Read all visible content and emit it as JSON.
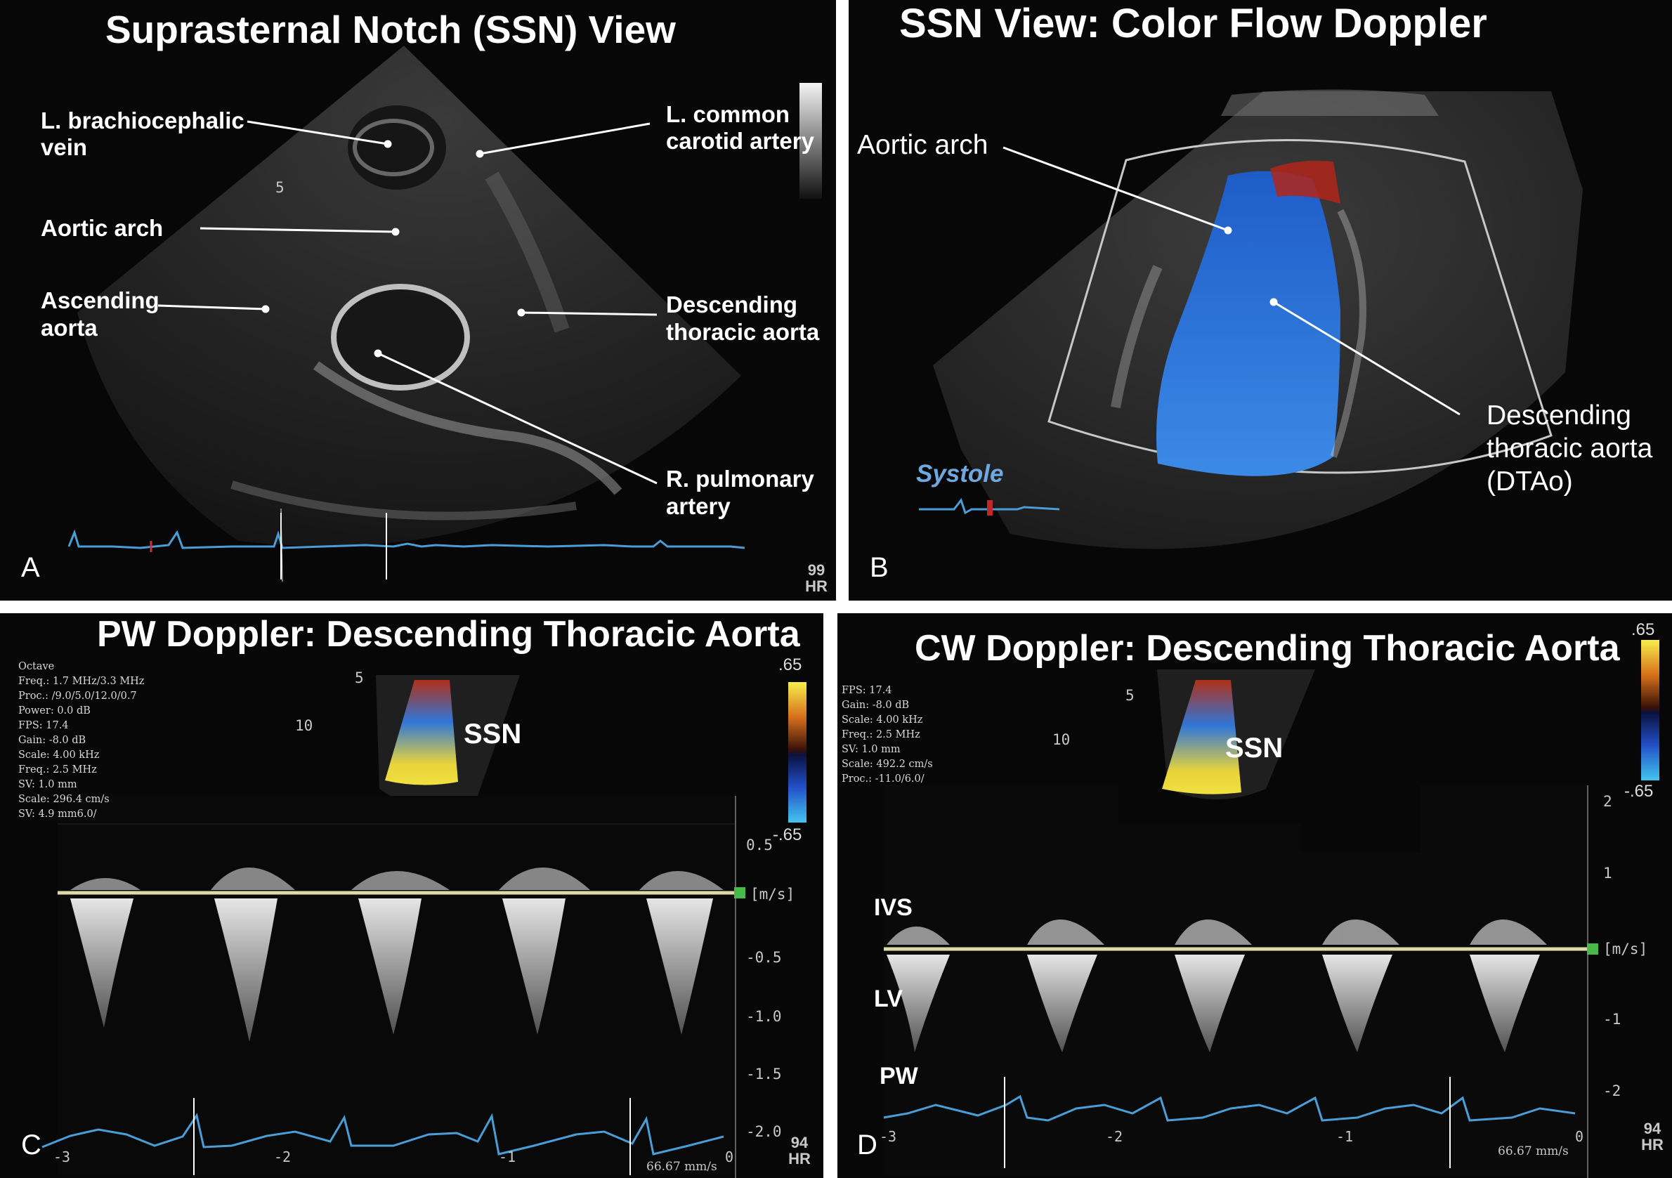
{
  "panelA": {
    "title": "Suprasternal Notch (SSN) View",
    "labels": {
      "brachiocephalic_1": "L. brachiocephalic",
      "brachiocephalic_2": "vein",
      "carotid_1": "L. common",
      "carotid_2": "carotid artery",
      "aortic_arch": "Aortic arch",
      "ascending_1": "Ascending",
      "ascending_2": "aorta",
      "descending_1": "Descending",
      "descending_2": "thoracic aorta",
      "pulmonary_1": "R. pulmonary",
      "pulmonary_2": "artery"
    },
    "letter": "A",
    "depth_mark": "5",
    "hr_value": "99",
    "hr_unit": "HR"
  },
  "panelB": {
    "title": "SSN View: Color Flow Doppler",
    "labels": {
      "aortic_arch": "Aortic arch",
      "dtao_1": "Descending",
      "dtao_2": "thoracic aorta",
      "dtao_3": "(DTAo)"
    },
    "systole": "Systole",
    "letter": "B"
  },
  "panelC": {
    "title": "PW Doppler: Descending Thoracic Aorta",
    "params": [
      "Octave",
      "Freq.: 1.7 MHz/3.3 MHz",
      "Proc.: /9.0/5.0/12.0/0.7",
      "Power: 0.0 dB",
      "FPS: 17.4",
      "Gain: -8.0 dB",
      "Scale: 4.00 kHz",
      "Freq.: 2.5 MHz",
      "SV: 1.0 mm",
      "Scale: 296.4 cm/s",
      "SV: 4.9 mm6.0/"
    ],
    "ssn": "SSN",
    "colorbar_top": ".65",
    "colorbar_bottom": "-.65",
    "depth_marks": [
      "5",
      "10"
    ],
    "y_ticks": [
      "0.5",
      "[m/s]",
      "-0.5",
      "-1.0",
      "-1.5",
      "-2.0"
    ],
    "x_ticks": [
      "-3",
      "-2",
      "-1",
      "0"
    ],
    "sweep": "66.67 mm/s",
    "hr_value": "94",
    "hr_unit": "HR",
    "letter": "C"
  },
  "panelD": {
    "title": "CW Doppler: Descending Thoracic Aorta",
    "params": [
      "FPS: 17.4",
      "Gain: -8.0 dB",
      "Scale: 4.00 kHz",
      "Freq.: 2.5 MHz",
      "SV: 1.0 mm",
      "Scale: 492.2 cm/s",
      "Proc.: -11.0/6.0/"
    ],
    "ssn": "SSN",
    "colorbar_top": ".65",
    "colorbar_bottom": "-.65",
    "depth_marks": [
      "5",
      "10"
    ],
    "y_ticks": [
      "2",
      "1",
      "[m/s]",
      "-1",
      "-2"
    ],
    "x_ticks": [
      "-3",
      "-2",
      "-1",
      "0"
    ],
    "annotations": {
      "ivs": "IVS",
      "lv": "LV",
      "pw": "PW"
    },
    "sweep": "66.67 mm/s",
    "hr_value": "94",
    "hr_unit": "HR",
    "letter": "D"
  },
  "colors": {
    "ecg": "#4a9ed8",
    "baseline": "#d8d8a0",
    "flow_blue": "#2a6fd6",
    "flow_red": "#b0261a",
    "title": "#ffffff"
  }
}
